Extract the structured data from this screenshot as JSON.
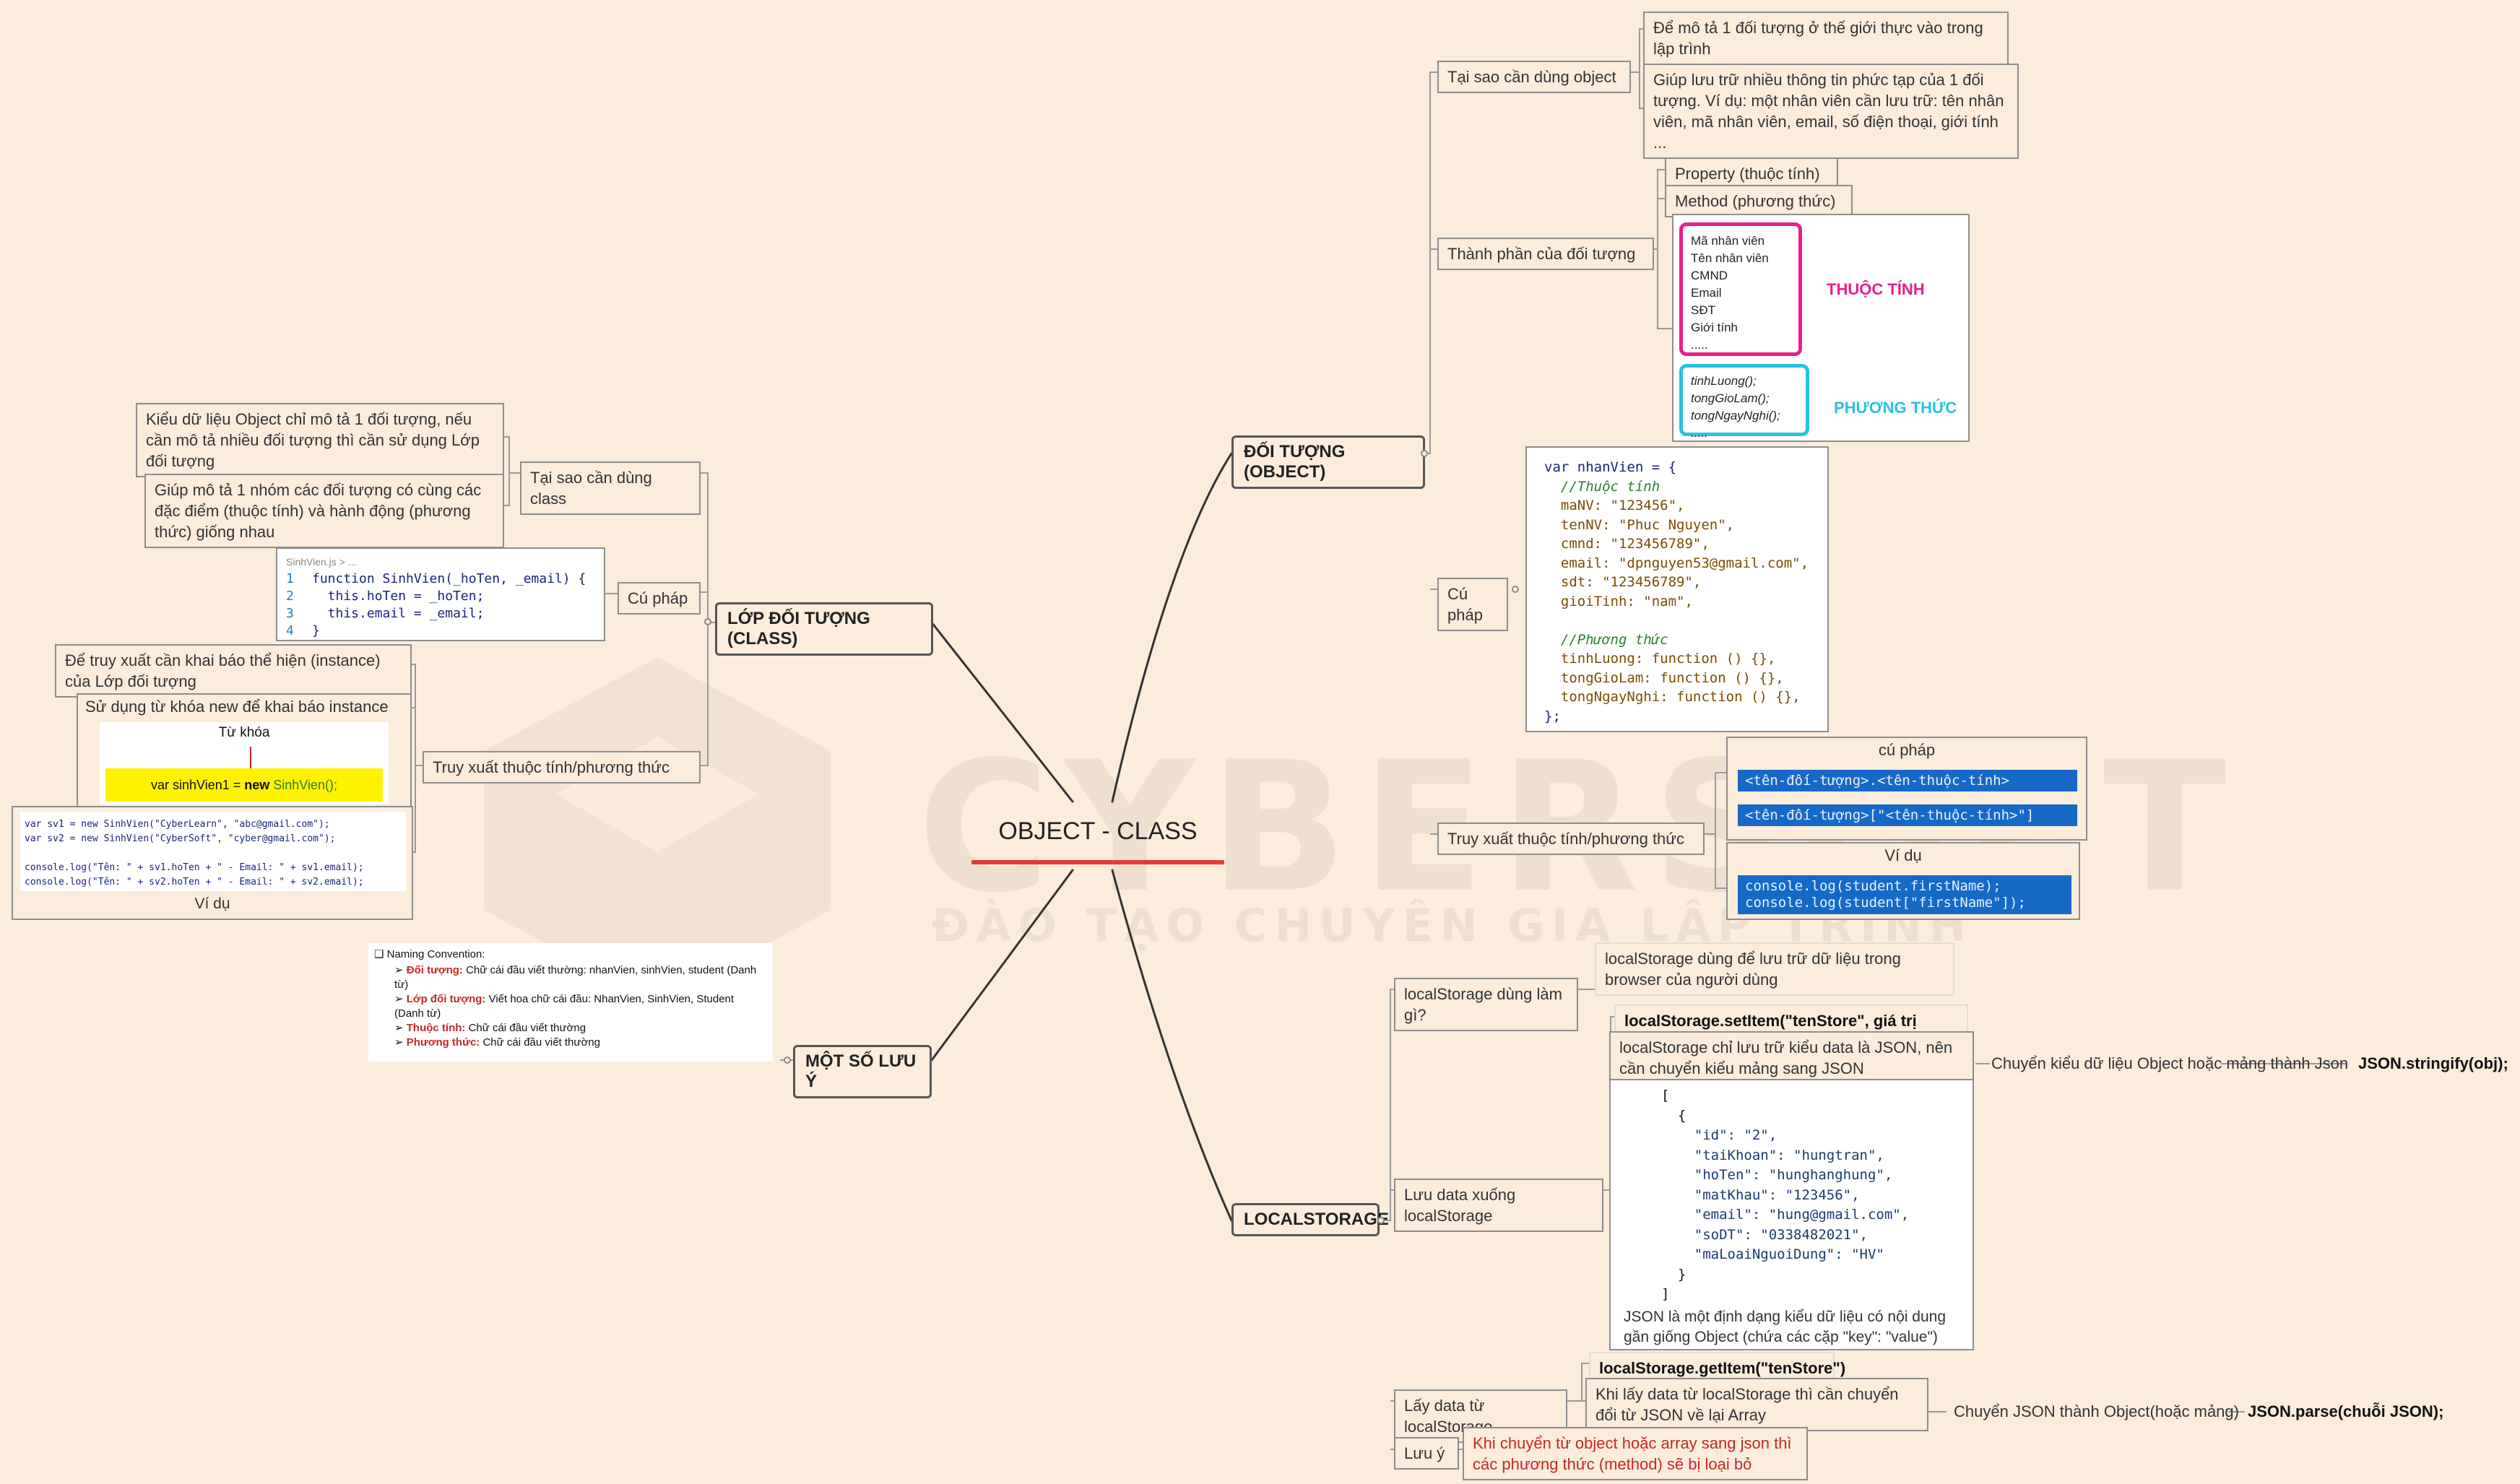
{
  "watermark": {
    "brand": "CYBERSOFT",
    "tagline": "ĐÀO TẠO CHUYÊN GIA LẬP TRÌNH"
  },
  "root": {
    "title": "OBJECT - CLASS"
  },
  "object": {
    "title": "ĐỐI TƯỢNG (OBJECT)",
    "why": {
      "label": "Tại sao cần dùng object",
      "reasons": [
        "Để mô tả 1 đối tượng ở thế giới thực vào trong lập trình",
        "Giúp lưu trữ nhiều thông tin phức tạp của 1 đối tượng. Ví dụ: một nhân viên cần lưu trữ: tên nhân viên, mã nhân viên, email, số điện thoại, giới tính ..."
      ]
    },
    "components": {
      "label": "Thành phần của đối tượng",
      "property": "Property (thuộc tính)",
      "method": "Method (phương thức)",
      "image": {
        "props": [
          "Mã nhân viên",
          "Tên nhân viên",
          "CMND",
          "Email",
          "SĐT",
          "Giới tính",
          "....."
        ],
        "props_title": "THUỘC TÍNH",
        "methods": [
          "tinhLuong();",
          "tongGioLam();",
          "tongNgayNghi();",
          "....."
        ],
        "methods_title": "PHƯƠNG THỨC"
      }
    },
    "syntax": {
      "label": "Cú pháp",
      "code": [
        "var nhanVien = {",
        "  //Thuộc tính",
        "  maNV: \"123456\",",
        "  tenNV: \"Phuc Nguyen\",",
        "  cmnd: \"123456789\",",
        "  email: \"dpnguyen53@gmail.com\",",
        "  sdt: \"123456789\",",
        "  gioiTinh: \"nam\",",
        "",
        "  //Phương thức",
        "  tinhLuong: function () {},",
        "  tongGioLam: function () {},",
        "  tongNgayNghi: function () {},",
        "};"
      ]
    },
    "access": {
      "label": "Truy xuất thuộc tính/phương thức",
      "syntax_title": "cú pháp",
      "syntax_lines": [
        "<tên-đối-tượng>.<tên-thuộc-tính>",
        "<tên-đối-tượng>[\"<tên-thuộc-tính>\"]"
      ],
      "example_title": "Ví dụ",
      "example_lines": [
        "console.log(student.firstName);",
        "console.log(student[\"firstName\"]);"
      ]
    }
  },
  "class": {
    "title": "LỚP ĐỐI TƯỢNG (CLASS)",
    "why": {
      "label": "Tại sao cần dùng class",
      "reasons": [
        "Kiểu dữ liệu Object chỉ mô tả 1 đối tượng, nếu cần mô tả nhiều đối tượng thì cần sử dụng Lớp đối tượng",
        "Giúp mô tả 1 nhóm các đối tượng có cùng các đặc điểm (thuộc tính) và hành động (phương thức) giống nhau"
      ]
    },
    "syntax": {
      "label": "Cú pháp",
      "file": "SinhVien.js > ...",
      "lines": [
        "function SinhVien(_hoTen, _email) {",
        "  this.hoTen = _hoTen;",
        "  this.email = _email;",
        "}"
      ]
    },
    "access": {
      "label": "Truy xuất thuộc tính/phương thức",
      "note1": "Để truy xuất cần khai báo thể hiện (instance) của Lớp đối tượng",
      "note2": "Sử dụng từ khóa new để khai báo instance",
      "keyword_label": "Từ khóa",
      "keyword_code_pre": "var sinhVien1 = ",
      "keyword_code_new": "new",
      "keyword_code_post": " SinhVien();",
      "example_code": [
        "var sv1 = new SinhVien(\"CyberLearn\", \"abc@gmail.com\");",
        "var sv2 = new SinhVien(\"CyberSoft\", \"cyber@gmail.com\");",
        "",
        "console.log(\"Tên: \" + sv1.hoTen + \" - Email: \" + sv1.email);",
        "console.log(\"Tên: \" + sv2.hoTen + \" - Email: \" + sv2.email);"
      ],
      "example_label": "Ví dụ"
    }
  },
  "notes": {
    "title": "MỘT SỐ LƯU Ý",
    "heading": "Naming Convention:",
    "items": [
      {
        "term": "Đối tượng:",
        "text": " Chữ cái đầu viết thường: nhanVien, sinhVien, student (Danh từ)"
      },
      {
        "term": "Lớp đối tượng:",
        "text": " Viết hoa chữ cái đầu: NhanVien, SinhVien, Student (Danh từ)"
      },
      {
        "term": "Thuộc tính:",
        "text": " Chữ cái đầu viết thường"
      },
      {
        "term": "Phương thức:",
        "text": " Chữ cái đầu viết thường"
      }
    ]
  },
  "localstorage": {
    "title": "LOCALSTORAGE",
    "what": {
      "label": "localStorage dùng làm gì?",
      "text": "localStorage dùng để lưu trữ dữ liệu trong browser của người dùng"
    },
    "save": {
      "label": "Lưu data xuống localStorage",
      "setitem": "localStorage.setItem(\"tenStore\", giá trị chuỗi)",
      "note": "localStorage chỉ lưu trữ kiểu data là JSON, nên cần chuyển kiểu mảng sang JSON",
      "convert_label": "Chuyển kiểu dữ liệu Object  hoặc mảng thành Json",
      "convert_code": "JSON.stringify(obj);",
      "json_lines": [
        "[",
        "  {",
        "    \"id\": \"2\",",
        "    \"taiKhoan\": \"hungtran\",",
        "    \"hoTen\": \"hunghanghung\",",
        "    \"matKhau\": \"123456\",",
        "    \"email\": \"hung@gmail.com\",",
        "    \"soDT\": \"0338482021\",",
        "    \"maLoaiNguoiDung\": \"HV\"",
        "  }",
        "]"
      ],
      "json_note": "JSON là một định dạng kiểu dữ liệu có nội dung gần giống Object (chứa các cặp \"key\": \"value\")"
    },
    "get": {
      "label": "Lấy data từ localStorage",
      "getitem": "localStorage.getItem(\"tenStore\")",
      "note": "Khi lấy data từ localStorage thì cần chuyển đổi từ JSON về lại Array",
      "convert_label": "Chuyển JSON thành Object(hoặc mảng)",
      "convert_code": "JSON.parse(chuỗi JSON);"
    },
    "caution": {
      "label": "Lưu ý",
      "text": "Khi chuyển từ object hoặc array sang json thì các phương thức (method) sẽ bị loại bỏ"
    }
  }
}
